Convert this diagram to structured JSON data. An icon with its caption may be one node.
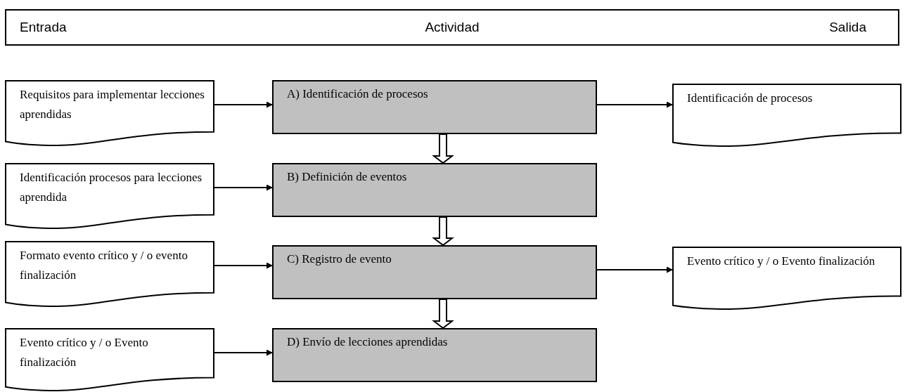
{
  "diagram": {
    "nodes": [
      {
        "text": [
          "Entrada",
          "Actividad",
          "Salida"
        ]
      },
      {
        "text": [
          "Requisitos para implementar lecciones aprendidas"
        ]
      },
      {
        "text": [
          "A) Identificación de procesos"
        ]
      },
      {
        "text": [
          "Identificación de procesos"
        ]
      },
      {
        "text": [
          "Identificación procesos para lecciones aprendida"
        ]
      },
      {
        "text": [
          "B) Definición de eventos"
        ]
      },
      {
        "text": [
          "Formato evento crítico y / o evento finalización"
        ]
      },
      {
        "text": [
          "C) Registro de evento"
        ]
      },
      {
        "text": [
          "Evento crítico y / o Evento finalización"
        ]
      },
      {
        "text": [
          "Evento crítico y / o Evento finalización"
        ]
      },
      {
        "text": [
          "D) Envío de lecciones aprendidas"
        ]
      }
    ],
    "edges": [
      {
        "from": 1,
        "to": 2,
        "arrow": "to"
      },
      {
        "from": 2,
        "to": 3,
        "arrow": "to"
      },
      {
        "from": 2,
        "to": 5,
        "arrow": "to",
        "style": "thick"
      },
      {
        "from": 4,
        "to": 5,
        "arrow": "to"
      },
      {
        "from": 5,
        "to": 7,
        "arrow": "to",
        "style": "thick"
      },
      {
        "from": 6,
        "to": 7,
        "arrow": "to"
      },
      {
        "from": 7,
        "to": 8,
        "arrow": "to"
      },
      {
        "from": 7,
        "to": 10,
        "arrow": "to",
        "style": "thick"
      },
      {
        "from": 9,
        "to": 10,
        "arrow": "to"
      }
    ]
  }
}
